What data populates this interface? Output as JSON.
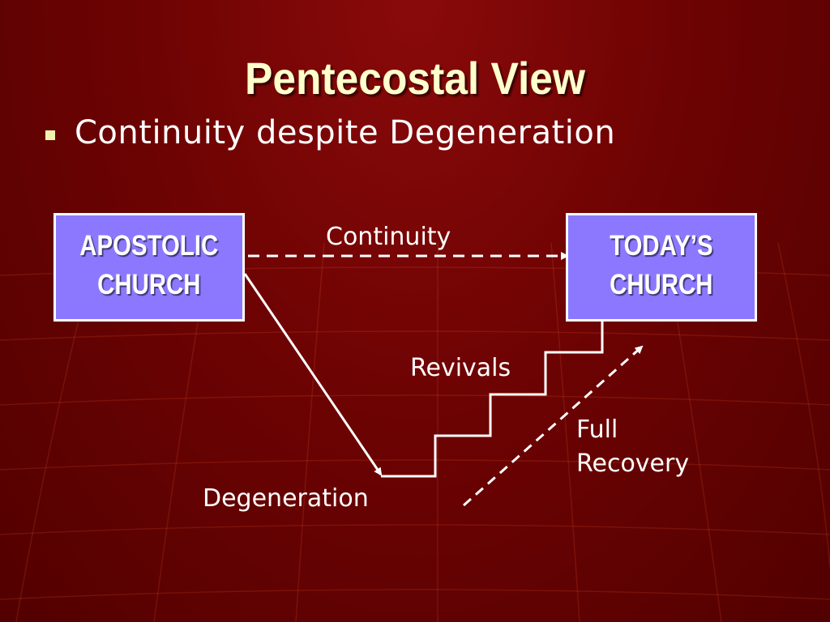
{
  "slide": {
    "title": "Pentecostal View",
    "bullet": "Continuity despite Degeneration"
  },
  "diagram": {
    "apostolic_box": {
      "line1": "APOSTOLIC",
      "line2": "CHURCH"
    },
    "todays_box": {
      "line1": "TODAY’S",
      "line2": "CHURCH"
    },
    "labels": {
      "continuity": "Continuity",
      "revivals": "Revivals",
      "full_line1": "Full",
      "full_line2": "Recovery",
      "degeneration": "Degeneration"
    }
  },
  "colors": {
    "background": "#6e0303",
    "title": "#ffffcc",
    "box_fill": "#8c78ff",
    "text": "#ffffff"
  }
}
